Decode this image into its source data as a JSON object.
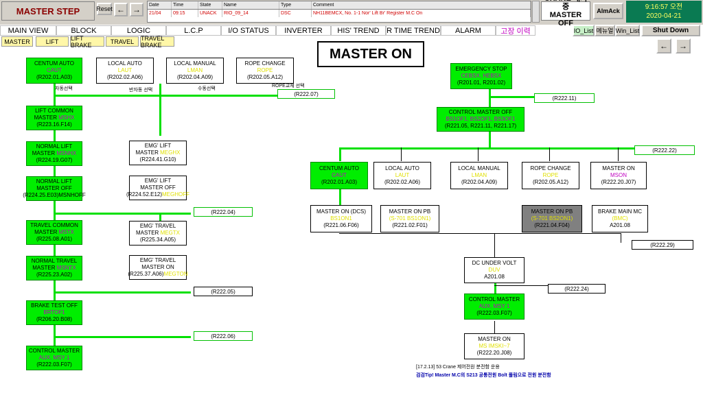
{
  "header": {
    "title": "MASTER STEP",
    "reset": "Reset",
    "prev_icon": "arrow-left-icon",
    "next_icon": "arrow-right-icon",
    "alarm_columns": [
      "Date",
      "Time",
      "State",
      "Name",
      "Type",
      "Comment"
    ],
    "alarm_row": [
      "21/04",
      "09:15",
      "UNACK",
      "RIO_09_14",
      "DSC",
      "NH11BEMCX, No. 1-1 Nor' Lift Br' Register M.C On"
    ],
    "crane_status_line1": "CRANE 대기 중",
    "crane_status_line2": "MASTER OFF",
    "almack": "AlmAck",
    "time": "9:16:57 오전",
    "date": "2020-04-21"
  },
  "nav": {
    "items": [
      "MAIN VIEW",
      "BLOCK",
      "LOGIC",
      "L.C.P",
      "I/O STATUS",
      "INVERTER",
      "HIS' TREND",
      "R TIME TREND",
      "ALARM",
      "고장 이력"
    ],
    "sub_tabs": [
      "MASTER",
      "LIFT",
      "LIFT BRAKE",
      "TRAVEL",
      "TRAVEL BRAKE"
    ],
    "io_list": "IO_List",
    "menu": "메뉴얼",
    "win_list": "Win_List",
    "shutdown": "Shut Down"
  },
  "page_title": "MASTER ON",
  "left": {
    "centum": {
      "l1": "CENTUM AUTO",
      "sig": "CAUT",
      "ref": "(R202.01.A03)"
    },
    "local_auto": {
      "l1": "LOCAL AUTO",
      "sig": "LAUT",
      "ref": "(R202.02.A06)"
    },
    "local_manual": {
      "l1": "LOCAL MANUAL",
      "sig": "LMAN",
      "ref": "(R202.04.A09)"
    },
    "rope_change": {
      "l1": "ROPE CHANGE",
      "sig": "ROPE",
      "ref": "(R202.05.A12)"
    },
    "note_auto": "자동선택",
    "note_semi": "반자동 선택",
    "note_manual": "수동선택",
    "note_rope": "ROPE교체 선택",
    "ref_r222_07": "(R222.07)",
    "lift_common": {
      "l1": "LIFT COMMON",
      "l2": "MASTER",
      "sig": "MSHX",
      "ref": "(R223.16.F14)"
    },
    "normal_lift": {
      "l1": "NORMAL LIFT",
      "l2": "MASTER",
      "sig": "MSNHX",
      "ref": "(R224.19.G07)"
    },
    "normal_lift_off": {
      "l1": "NORMAL LIFT",
      "l2": "MASTER OFF",
      "ref": "(R224.25.E03)MSNHOFF"
    },
    "emg_lift": {
      "l1": "EMG' LIFT",
      "l2": "MASTER",
      "sig": "MEGHX",
      "ref": "(R224.41.G10)"
    },
    "emg_lift_off": {
      "l1": "EMG' LIFT",
      "l2": "MASTER OFF",
      "ref": "(R224.52.E12)",
      "sig": "MEGHOFF"
    },
    "ref_r222_04": "(R222.04)",
    "travel_common": {
      "l1": "TRAVEL COMMON",
      "l2": "MASTER",
      "sig": "MSTX",
      "ref": "(R225.08.A01)"
    },
    "normal_travel": {
      "l1": "NORMAL TRAVEL",
      "l2": "MASTER",
      "sig": "MSNTX",
      "ref": "(R225.23.A02)"
    },
    "emg_travel": {
      "l1": "EMG' TRAVEL",
      "l2": "MASTER",
      "sig": "MEGTX",
      "ref": "(R225.34.A05)"
    },
    "emg_travel_on": {
      "l1": "EMG' TRAVEL",
      "l2": "MASTER ON",
      "ref": "(R225.37.A06)",
      "sig": "MEGTON"
    },
    "ref_r222_05": "(R222.05)",
    "brake_test": {
      "l1": "BRAKE TEST OFF",
      "sig": "BRTOF1",
      "ref": "(R206.20.B08)"
    },
    "ref_r222_06": "(R222.06)",
    "control_master": {
      "l1": "CONTROL MASTER",
      "sig": "AUX. MSY 1",
      "ref": "(R222.03.F07)"
    }
  },
  "right": {
    "emergency": {
      "l1": "EMERGENCY STOP",
      "sig": "CEBSX, HEBSX",
      "ref": "(R201.01, R201.02)"
    },
    "ref_r222_11": "(R222.11)",
    "control_off": {
      "l1": "CONTROL MASTER OFF",
      "sig": "BS1OF1, BS2OF1, BS3OF1",
      "ref": "(R221.05, R221.11, R221.17)"
    },
    "ref_r222_22": "(R222.22)",
    "centum": {
      "l1": "CENTUM AUTO",
      "sig": "CAUT",
      "ref": "(R202.01.A03)"
    },
    "local_auto": {
      "l1": "LOCAL AUTO",
      "sig": "LAUT",
      "ref": "(R202.02.A06)"
    },
    "local_manual": {
      "l1": "LOCAL MANUAL",
      "sig": "LMAN",
      "ref": "(R202.04.A09)"
    },
    "rope_change": {
      "l1": "ROPE CHANGE",
      "sig": "ROPE",
      "ref": "(R202.05.A12)"
    },
    "master_on": {
      "l1": "MASTER ON",
      "sig": "MSON",
      "ref": "(R222.20.J07)"
    },
    "master_dcs": {
      "l1": "MASTER ON (DCS)",
      "sig": "BS1ON1",
      "ref": "(R221.06.F06)"
    },
    "master_pb1": {
      "l1": "MASTER ON PB",
      "sig": "(S-701 BS1ON1)",
      "ref": "(R221.02.F01)"
    },
    "master_pb2": {
      "l1": "MASTER ON PB",
      "sig": "(S-701 BS2ON1)",
      "ref": "(R221.04.F04)"
    },
    "brake_main": {
      "l1": "BRAKE MAIN MC",
      "sig": "(BMC)",
      "ref": "A201.08"
    },
    "ref_r222_29": "(R222.29)",
    "dc_under": {
      "l1": "DC UNDER VOLT",
      "sig": "DUV",
      "ref": "A201.08"
    },
    "ref_r222_24": "(R222.24)",
    "control_master": {
      "l1": "CONTROL MASTER",
      "sig": "AUX. MSY 1",
      "ref": "(R222.03.F07)"
    },
    "master_on2": {
      "l1": "MASTER ON",
      "sig": "MS  IMSKI~7",
      "ref": "(R222.20.J08)"
    },
    "note1": "[17.2.13] 53 Crane 제어전원 분전함 운용",
    "note2": "검검Tip! Master M.C의 S213 공통전원 Bolt 풀림으로 전원 분전함"
  },
  "colors": {
    "accent_green": "#00ee00",
    "signal_yellow": "#e0e000",
    "signal_magenta": "#c000c0",
    "clock_bg": "#0a7a52"
  }
}
